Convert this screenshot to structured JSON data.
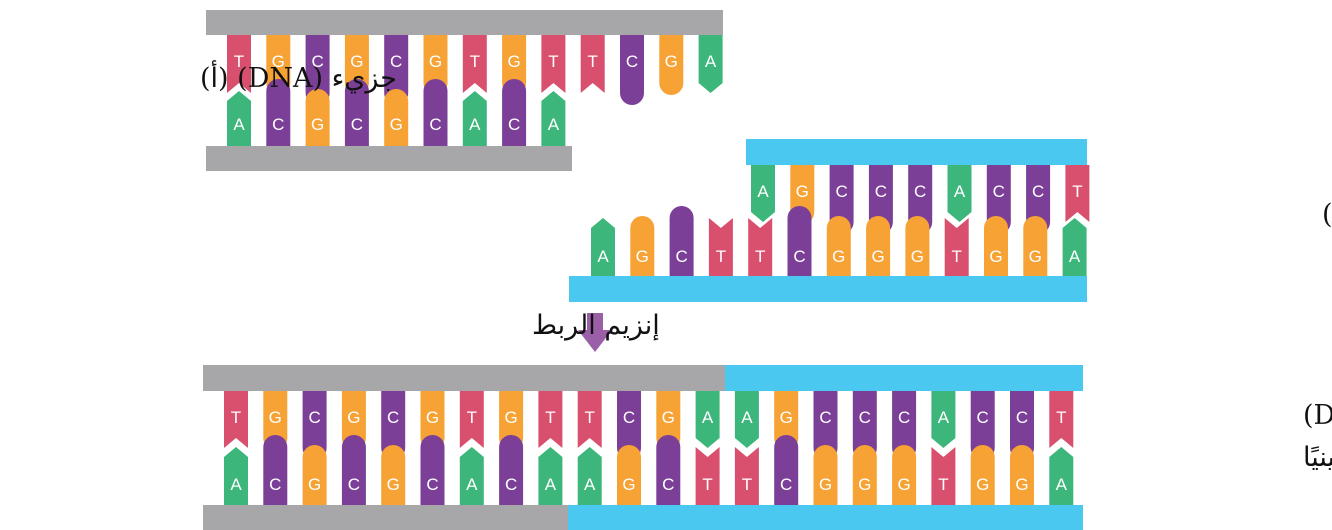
{
  "labels": {
    "molecule_a": "جزيء (DNA) (أ)",
    "molecule_b": "جزيء (DNA) (ب)",
    "ligase": "إنزيم الربط",
    "recombinant_line1": "جزيء (DNA)",
    "recombinant_line2": "معدَّل جينيًا"
  },
  "colors": {
    "T": "#d9506e",
    "G": "#f7a234",
    "C": "#7b3f98",
    "A": "#3cb67a",
    "backbone_a": "#a7a7a9",
    "backbone_b": "#4bc8f0",
    "arrow": "#9b5fa8"
  },
  "molecule_a": {
    "top": [
      "T",
      "G",
      "C",
      "G",
      "C",
      "G",
      "T",
      "G",
      "T",
      "T",
      "C",
      "G",
      "A"
    ],
    "bottom": [
      "A",
      "C",
      "G",
      "C",
      "G",
      "C",
      "A",
      "C",
      "A"
    ]
  },
  "molecule_b": {
    "top": [
      "A",
      "G",
      "C",
      "C",
      "C",
      "A",
      "C",
      "C",
      "T"
    ],
    "bottom": [
      "A",
      "G",
      "C",
      "T",
      "T",
      "C",
      "G",
      "G",
      "G",
      "T",
      "G",
      "G",
      "A"
    ]
  },
  "recombinant": {
    "top": [
      "T",
      "G",
      "C",
      "G",
      "C",
      "G",
      "T",
      "G",
      "T",
      "T",
      "C",
      "G",
      "A",
      "A",
      "G",
      "C",
      "C",
      "C",
      "A",
      "C",
      "C",
      "T"
    ],
    "bottom": [
      "A",
      "C",
      "G",
      "C",
      "G",
      "C",
      "A",
      "C",
      "A",
      "A",
      "G",
      "C",
      "T",
      "T",
      "C",
      "G",
      "G",
      "G",
      "T",
      "G",
      "G",
      "A"
    ]
  }
}
